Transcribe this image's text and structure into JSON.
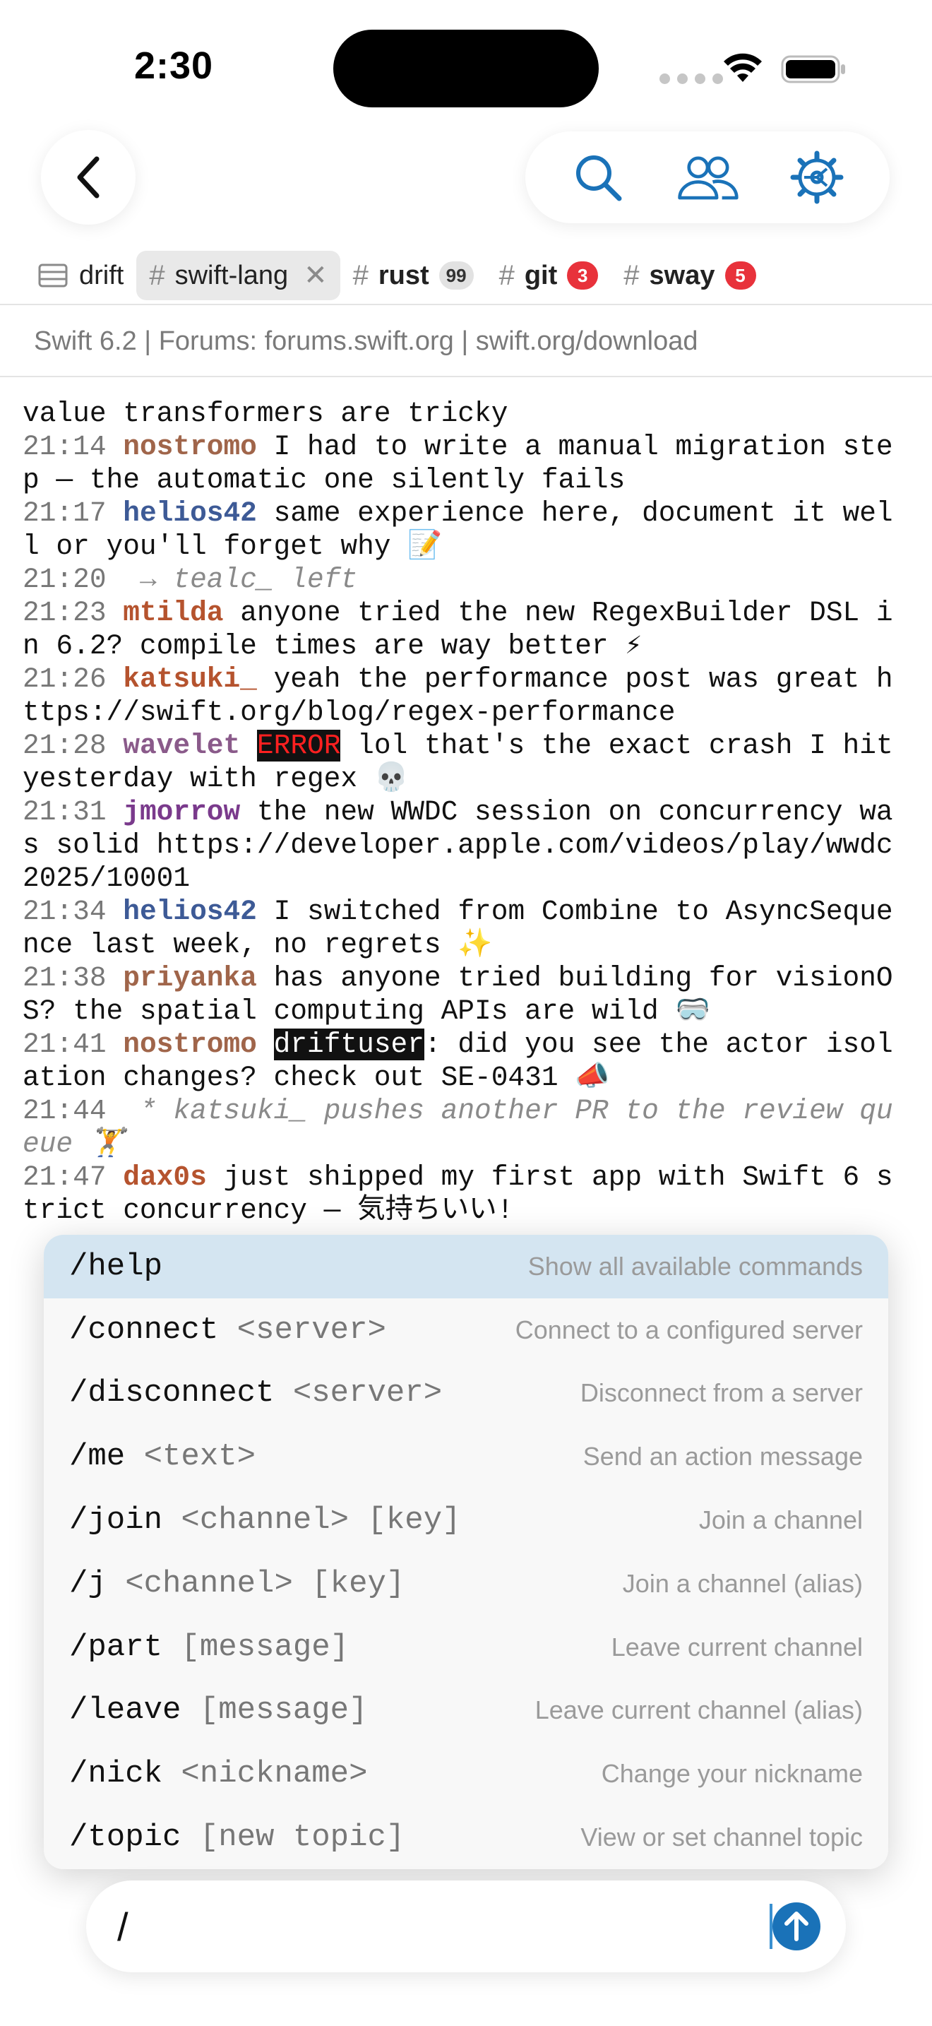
{
  "status_bar": {
    "time": "2:30"
  },
  "tabs": [
    {
      "label": "drift",
      "icon": "server-icon",
      "kind": "server"
    },
    {
      "label": "swift-lang",
      "active": true,
      "closable": true
    },
    {
      "label": "rust",
      "badge": "99",
      "badge_color": "gray",
      "bold": true
    },
    {
      "label": "git",
      "badge": "3",
      "badge_color": "red",
      "bold": true
    },
    {
      "label": "sway",
      "badge": "5",
      "badge_color": "red",
      "bold": true
    }
  ],
  "hash_symbol": "#",
  "close_symbol": "✕",
  "topic": "Swift 6.2 | Forums: forums.swift.org | swift.org/download",
  "colors": {
    "accent": "#1a72b8",
    "badge_red": "#e8323b",
    "selected_row": "#d4e5f1"
  },
  "messages": [
    {
      "type": "cont",
      "text": "value transformers are tricky"
    },
    {
      "type": "msg",
      "time": "21:14",
      "nick": "nostromo",
      "nick_color": "#a0654a",
      "text": " I had to write a manual migration step — the automatic one silently fails"
    },
    {
      "type": "msg",
      "time": "21:17",
      "nick": "helios42",
      "nick_color": "#3d5a96",
      "text": " same experience here, document it well or you'll forget why 📝"
    },
    {
      "type": "sys",
      "time": "21:20",
      "text": " → tealc_ left"
    },
    {
      "type": "msg",
      "time": "21:23",
      "nick": "mtilda",
      "nick_color": "#b5532e",
      "text": " anyone tried the new RegexBuilder DSL in 6.2? compile times are way better ⚡"
    },
    {
      "type": "msg",
      "time": "21:26",
      "nick": "katsuki_",
      "nick_color": "#b5532e",
      "text": " yeah the performance post was great https://swift.org/blog/regex-performance"
    },
    {
      "type": "err",
      "time": "21:28",
      "nick": "wavelet",
      "nick_color": "#8a5a8a",
      "tag": "ERROR",
      "text": " lol that's the exact crash I hit yesterday with regex 💀"
    },
    {
      "type": "msg",
      "time": "21:31",
      "nick": "jmorrow",
      "nick_color": "#7a3a8c",
      "text": " the new WWDC session on concurrency was solid https://developer.apple.com/videos/play/wwdc2025/10001"
    },
    {
      "type": "msg",
      "time": "21:34",
      "nick": "helios42",
      "nick_color": "#3d5a96",
      "text": " I switched from Combine to AsyncSequence last week, no regrets ✨"
    },
    {
      "type": "msg",
      "time": "21:38",
      "nick": "priyanka",
      "nick_color": "#a0654a",
      "text": " has anyone tried building for visionOS? the spatial computing APIs are wild 🥽"
    },
    {
      "type": "mention",
      "time": "21:41",
      "nick": "nostromo",
      "nick_color": "#a0654a",
      "mention": "driftuser",
      "text": ": did you see the actor isolation changes? check out SE-0431 📣"
    },
    {
      "type": "action",
      "time": "21:44",
      "text": " * katsuki_ pushes another PR to the review queue 🏋️"
    },
    {
      "type": "msg",
      "time": "21:47",
      "nick": "dax0s",
      "nick_color": "#b5532e",
      "text": " just shipped my first app with Swift 6 strict concurrency — 気持ちいい!"
    }
  ],
  "commands": [
    {
      "name": "/help",
      "args": "",
      "desc": "Show all available commands",
      "selected": true
    },
    {
      "name": "/connect",
      "args": " <server>",
      "desc": "Connect to a configured server"
    },
    {
      "name": "/disconnect",
      "args": " <server>",
      "desc": "Disconnect from a server"
    },
    {
      "name": "/me",
      "args": " <text>",
      "desc": "Send an action message"
    },
    {
      "name": "/join",
      "args": " <channel> [key]",
      "desc": "Join a channel"
    },
    {
      "name": "/j",
      "args": " <channel> [key]",
      "desc": "Join a channel (alias)"
    },
    {
      "name": "/part",
      "args": " [message]",
      "desc": "Leave current channel"
    },
    {
      "name": "/leave",
      "args": " [message]",
      "desc": "Leave current channel (alias)"
    },
    {
      "name": "/nick",
      "args": " <nickname>",
      "desc": "Change your nickname"
    },
    {
      "name": "/topic",
      "args": " [new topic]",
      "desc": "View or set channel topic"
    }
  ],
  "input": {
    "value": "/"
  }
}
